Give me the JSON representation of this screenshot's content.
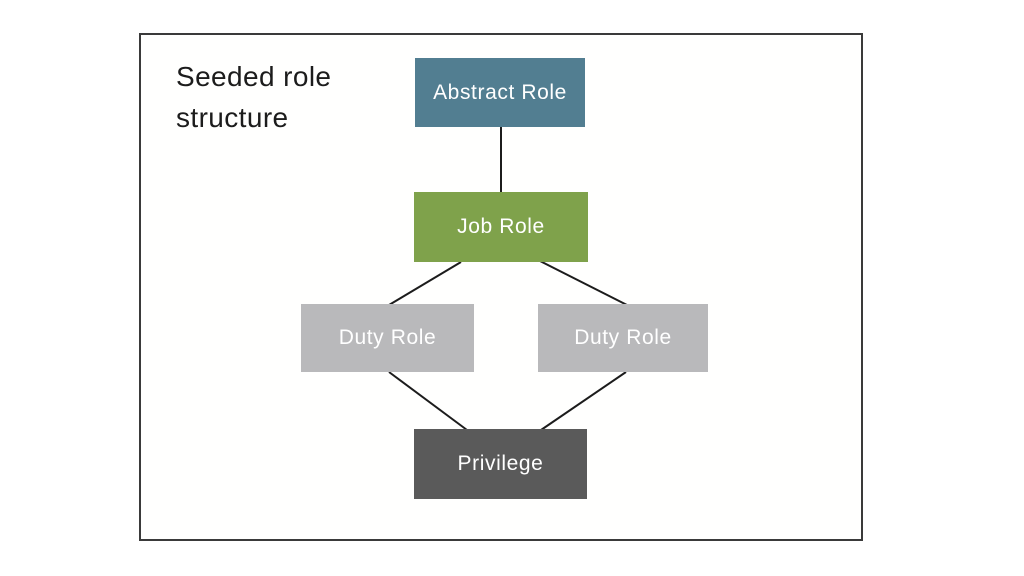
{
  "diagram": {
    "title": "Seeded role structure",
    "line_color": "#1c1c1c",
    "nodes": [
      {
        "id": "abstract-role",
        "label": "Abstract Role",
        "color": "#527e91"
      },
      {
        "id": "job-role",
        "label": "Job Role",
        "color": "#7fa24b"
      },
      {
        "id": "duty-role-left",
        "label": "Duty Role",
        "color": "#b9b9bb"
      },
      {
        "id": "duty-role-right",
        "label": "Duty Role",
        "color": "#b9b9bb"
      },
      {
        "id": "privilege",
        "label": "Privilege",
        "color": "#5a5a5a"
      }
    ],
    "edges": [
      {
        "from": "abstract-role",
        "to": "job-role"
      },
      {
        "from": "job-role",
        "to": "duty-role-left"
      },
      {
        "from": "job-role",
        "to": "duty-role-right"
      },
      {
        "from": "duty-role-left",
        "to": "privilege"
      },
      {
        "from": "duty-role-right",
        "to": "privilege"
      }
    ]
  }
}
